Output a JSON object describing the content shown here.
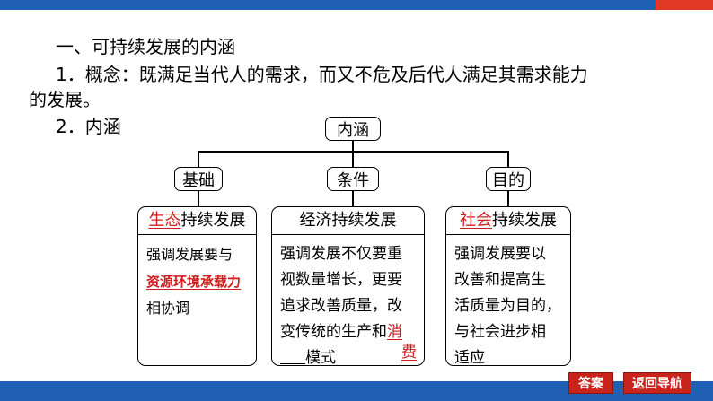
{
  "heading": "一、可持续发展的内涵",
  "concept": {
    "line1": "1．概念：既满足当代人的需求，而又不危及后代人满足其需求能力",
    "line2": "的发展。"
  },
  "connotation_label": "2．内涵",
  "diagram": {
    "root": "内涵",
    "categories": [
      "基础",
      "条件",
      "目的"
    ],
    "panels": [
      {
        "head_answer": "生态",
        "head_rest": "持续发展",
        "body_lines": [
          "强调发展要与"
        ],
        "body_answer": "资源环境承载力",
        "body_tail": "相协调"
      },
      {
        "head": "经济持续发展",
        "body_lines": [
          "强调发展不仅要重",
          "视数量增长，更要",
          "追求改善质量，改",
          "变传统的生产和"
        ],
        "answer_part1": "消",
        "answer_part2": "费",
        "tail": "模式"
      },
      {
        "head_answer": "社会",
        "head_rest": "持续发展",
        "body_lines": [
          "强调发展要以",
          "改善和提高生",
          "活质量为目的，",
          "与社会进步相",
          "适应"
        ]
      }
    ]
  },
  "buttons": {
    "answer": "答案",
    "back_nav": "返回导航"
  },
  "colors": {
    "top_bar": "#1f5fb4",
    "top_bar_accent": "#e03a26",
    "bottom_bar": "#1f5fb4",
    "answer_text": "#d01c1c",
    "button": "#c9241c"
  }
}
